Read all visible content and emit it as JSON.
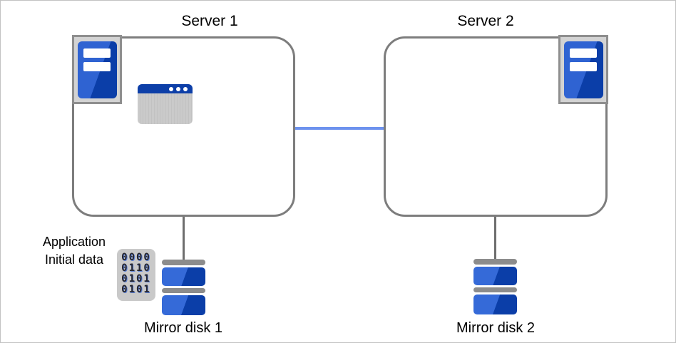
{
  "diagram": {
    "servers": [
      {
        "label": "Server 1"
      },
      {
        "label": "Server 2"
      }
    ],
    "application": {
      "label": "Application"
    },
    "initial_data": {
      "line1": "Application",
      "line2": "Initial data",
      "binary_rows": [
        "0000",
        "0110",
        "0101",
        "0101"
      ]
    },
    "disks": [
      {
        "label": "Mirror disk 1"
      },
      {
        "label": "Mirror disk 2"
      }
    ],
    "colors": {
      "accent_blue_light": "#2f63d2",
      "accent_blue_dark": "#0b3ea8",
      "link_blue": "#6d92ee",
      "box_border_gray": "#7d7d7d",
      "icon_gray": "#c9c9c9"
    }
  }
}
